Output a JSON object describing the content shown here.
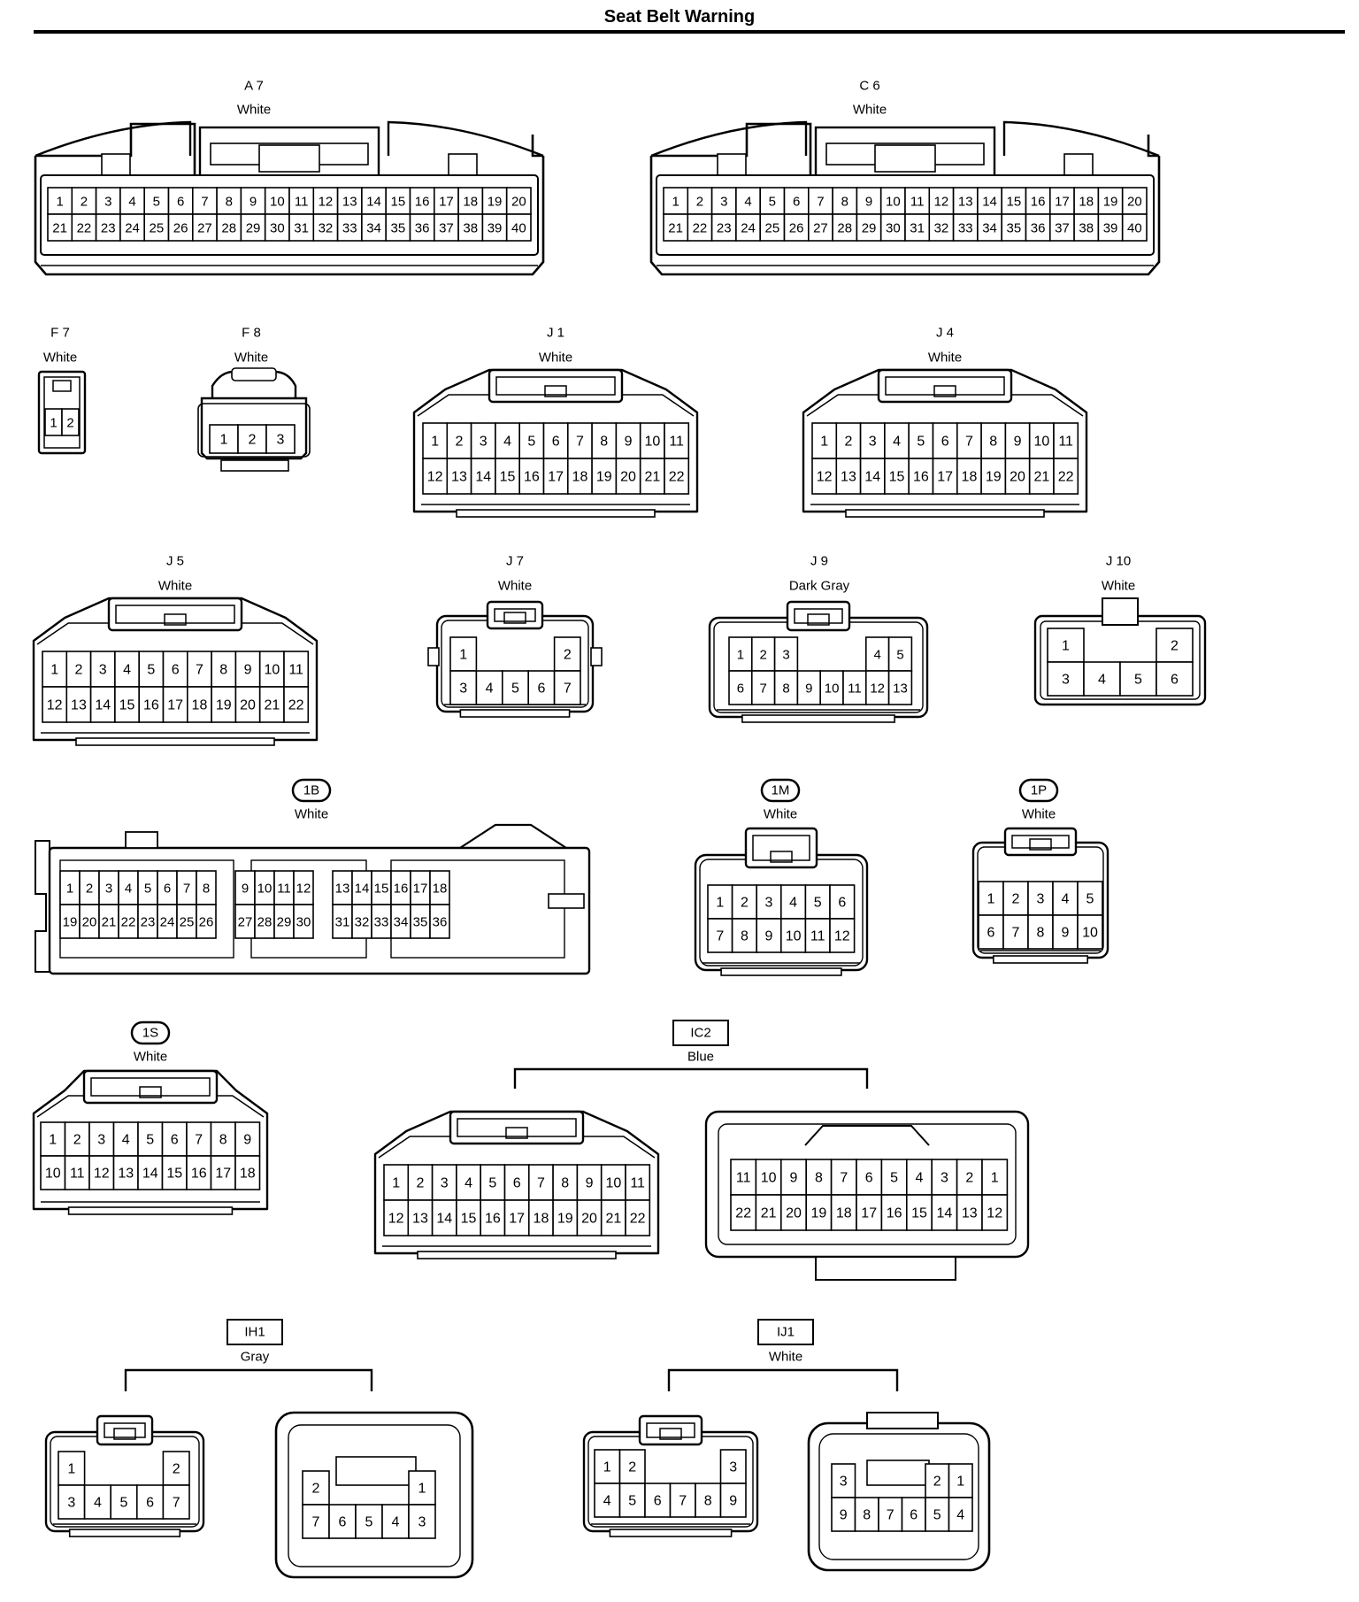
{
  "title": "Seat Belt Warning",
  "connectors": [
    {
      "id": "A7",
      "code": "A 7",
      "color": "White",
      "style": "plain",
      "rows": [
        [
          1,
          2,
          3,
          4,
          5,
          6,
          7,
          8,
          9,
          10,
          11,
          12,
          13,
          14,
          15,
          16,
          17,
          18,
          19,
          20
        ],
        [
          21,
          22,
          23,
          24,
          25,
          26,
          27,
          28,
          29,
          30,
          31,
          32,
          33,
          34,
          35,
          36,
          37,
          38,
          39,
          40
        ]
      ]
    },
    {
      "id": "C6",
      "code": "C 6",
      "color": "White",
      "style": "plain",
      "rows": [
        [
          1,
          2,
          3,
          4,
          5,
          6,
          7,
          8,
          9,
          10,
          11,
          12,
          13,
          14,
          15,
          16,
          17,
          18,
          19,
          20
        ],
        [
          21,
          22,
          23,
          24,
          25,
          26,
          27,
          28,
          29,
          30,
          31,
          32,
          33,
          34,
          35,
          36,
          37,
          38,
          39,
          40
        ]
      ]
    },
    {
      "id": "F7",
      "code": "F 7",
      "color": "White",
      "style": "plain",
      "rows": [
        [
          1,
          2
        ]
      ]
    },
    {
      "id": "F8",
      "code": "F 8",
      "color": "White",
      "style": "plain",
      "rows": [
        [
          1,
          2,
          3
        ]
      ]
    },
    {
      "id": "J1",
      "code": "J 1",
      "color": "White",
      "style": "plain",
      "rows": [
        [
          1,
          2,
          3,
          4,
          5,
          6,
          7,
          8,
          9,
          10,
          11
        ],
        [
          12,
          13,
          14,
          15,
          16,
          17,
          18,
          19,
          20,
          21,
          22
        ]
      ]
    },
    {
      "id": "J4",
      "code": "J 4",
      "color": "White",
      "style": "plain",
      "rows": [
        [
          1,
          2,
          3,
          4,
          5,
          6,
          7,
          8,
          9,
          10,
          11
        ],
        [
          12,
          13,
          14,
          15,
          16,
          17,
          18,
          19,
          20,
          21,
          22
        ]
      ]
    },
    {
      "id": "J5",
      "code": "J 5",
      "color": "White",
      "style": "plain",
      "rows": [
        [
          1,
          2,
          3,
          4,
          5,
          6,
          7,
          8,
          9,
          10,
          11
        ],
        [
          12,
          13,
          14,
          15,
          16,
          17,
          18,
          19,
          20,
          21,
          22
        ]
      ]
    },
    {
      "id": "J7",
      "code": "J 7",
      "color": "White",
      "style": "plain",
      "rows": [
        [
          1,
          null,
          null,
          null,
          2
        ],
        [
          3,
          4,
          5,
          6,
          7
        ]
      ]
    },
    {
      "id": "J9",
      "code": "J 9",
      "color": "Dark Gray",
      "style": "plain",
      "rows": [
        [
          1,
          2,
          3,
          null,
          null,
          null,
          4,
          5
        ],
        [
          6,
          7,
          8,
          9,
          10,
          11,
          12,
          13
        ]
      ]
    },
    {
      "id": "J10",
      "code": "J 10",
      "color": "White",
      "style": "plain",
      "rows": [
        [
          1,
          null,
          null,
          2
        ],
        [
          3,
          4,
          5,
          6
        ]
      ]
    },
    {
      "id": "1B",
      "code": "1B",
      "color": "White",
      "style": "oval",
      "rows": [
        [
          1,
          2,
          3,
          4,
          5,
          6,
          7,
          8,
          null,
          9,
          10,
          11,
          12,
          null,
          13,
          14,
          15,
          16,
          17,
          18
        ],
        [
          19,
          20,
          21,
          22,
          23,
          24,
          25,
          26,
          null,
          27,
          28,
          29,
          30,
          null,
          31,
          32,
          33,
          34,
          35,
          36
        ]
      ]
    },
    {
      "id": "1M",
      "code": "1M",
      "color": "White",
      "style": "oval",
      "rows": [
        [
          1,
          2,
          3,
          4,
          5,
          6
        ],
        [
          7,
          8,
          9,
          10,
          11,
          12
        ]
      ]
    },
    {
      "id": "1P",
      "code": "1P",
      "color": "White",
      "style": "oval",
      "rows": [
        [
          1,
          2,
          3,
          4,
          5
        ],
        [
          6,
          7,
          8,
          9,
          10
        ]
      ]
    },
    {
      "id": "1S",
      "code": "1S",
      "color": "White",
      "style": "oval",
      "rows": [
        [
          1,
          2,
          3,
          4,
          5,
          6,
          7,
          8,
          9
        ],
        [
          10,
          11,
          12,
          13,
          14,
          15,
          16,
          17,
          18
        ]
      ]
    },
    {
      "id": "IC2",
      "code": "IC2",
      "color": "Blue",
      "style": "box",
      "parts": [
        {
          "rows": [
            [
              1,
              2,
              3,
              4,
              5,
              6,
              7,
              8,
              9,
              10,
              11
            ],
            [
              12,
              13,
              14,
              15,
              16,
              17,
              18,
              19,
              20,
              21,
              22
            ]
          ]
        },
        {
          "rows": [
            [
              11,
              10,
              9,
              8,
              7,
              6,
              5,
              4,
              3,
              2,
              1
            ],
            [
              22,
              21,
              20,
              19,
              18,
              17,
              16,
              15,
              14,
              13,
              12
            ]
          ]
        }
      ]
    },
    {
      "id": "IH1",
      "code": "IH1",
      "color": "Gray",
      "style": "box",
      "parts": [
        {
          "rows": [
            [
              1,
              null,
              null,
              null,
              2
            ],
            [
              3,
              4,
              5,
              6,
              7
            ]
          ]
        },
        {
          "rows": [
            [
              2,
              null,
              null,
              null,
              1
            ],
            [
              7,
              6,
              5,
              4,
              3
            ]
          ]
        }
      ]
    },
    {
      "id": "IJ1",
      "code": "IJ1",
      "color": "White",
      "style": "box",
      "parts": [
        {
          "rows": [
            [
              1,
              2,
              null,
              null,
              null,
              3
            ],
            [
              4,
              5,
              6,
              7,
              8,
              9
            ]
          ]
        },
        {
          "rows": [
            [
              3,
              null,
              null,
              null,
              2,
              1
            ],
            [
              9,
              8,
              7,
              6,
              5,
              4
            ]
          ]
        }
      ]
    }
  ]
}
